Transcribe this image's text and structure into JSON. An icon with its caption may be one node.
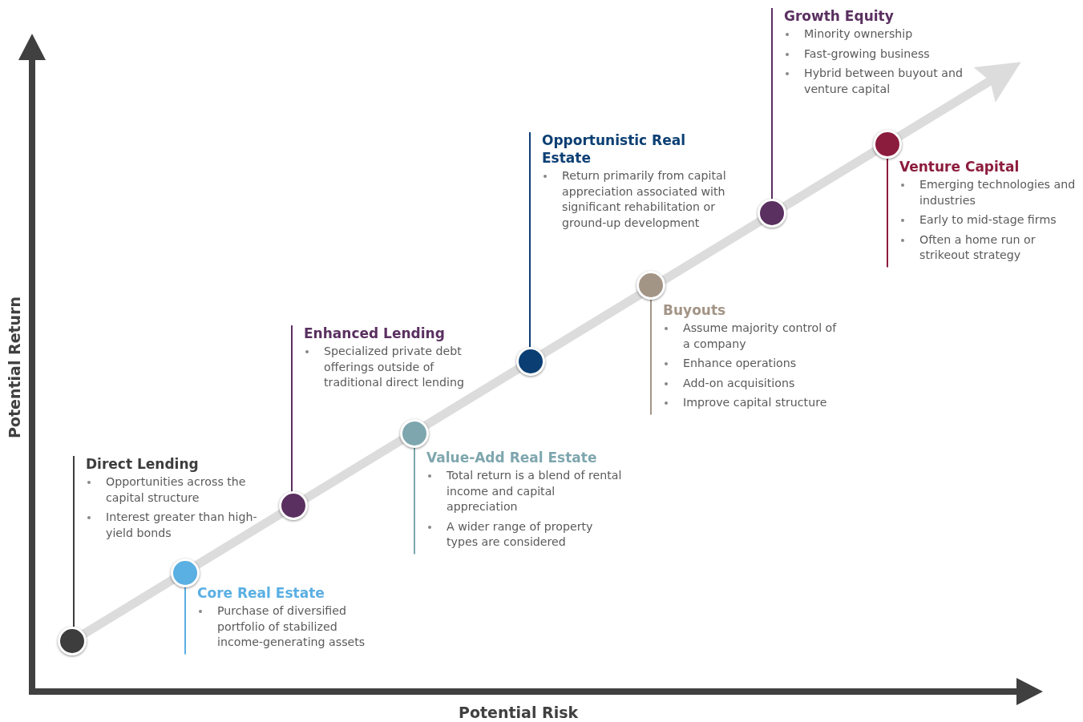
{
  "diagram": {
    "nodes": [
      {
        "text": [
          "Direct Lending",
          "Opportunities across the capital structure",
          "Interest greater than high-yield bonds"
        ]
      },
      {
        "text": [
          "Core Real Estate",
          "Purchase of diversified portfolio of stabilized income-generating assets"
        ]
      },
      {
        "text": [
          "Enhanced Lending",
          "Specialized private debt offerings outside of traditional direct lending"
        ]
      },
      {
        "text": [
          "Value-Add Real Estate",
          "Total return is a blend of rental income and capital appreciation",
          "A wider range of property types are considered"
        ]
      },
      {
        "text": [
          "Opportunistic Real Estate",
          "Return primarily from capital appreciation associated with significant rehabilitation or ground-up development"
        ]
      },
      {
        "text": [
          "Buyouts",
          "Assume majority control of a company",
          "Enhance operations",
          "Add-on acquisitions",
          "Improve capital structure"
        ]
      },
      {
        "text": [
          "Growth Equity",
          "Minority ownership",
          "Fast-growing business",
          "Hybrid between buyout and venture capital"
        ]
      },
      {
        "text": [
          "Venture Capital",
          "Emerging technologies and industries",
          "Early to mid-stage firms",
          "Often a home run or strikeout strategy"
        ]
      },
      {
        "text": [],
        "shape": "circle"
      },
      {
        "text": [],
        "shape": "circle"
      },
      {
        "text": [],
        "shape": "circle"
      },
      {
        "text": [],
        "shape": "circle"
      },
      {
        "text": [],
        "shape": "circle"
      },
      {
        "text": [],
        "shape": "circle"
      },
      {
        "text": [],
        "shape": "circle"
      },
      {
        "text": [],
        "shape": "circle"
      }
    ],
    "edges": [
      {
        "from": 0,
        "to": 8,
        "arrow": "none",
        "color": "#3d3d3d"
      },
      {
        "from": 1,
        "to": 9,
        "arrow": "none",
        "color": "#5aafe3"
      },
      {
        "from": 2,
        "to": 10,
        "arrow": "none",
        "color": "#5a3060"
      },
      {
        "from": 3,
        "to": 11,
        "arrow": "none",
        "color": "#7ea6ae"
      },
      {
        "from": 4,
        "to": 12,
        "arrow": "none",
        "color": "#0b3f73"
      },
      {
        "from": 5,
        "to": 13,
        "arrow": "none",
        "color": "#a39586"
      },
      {
        "from": 6,
        "to": 14,
        "arrow": "none",
        "color": "#5a3060"
      },
      {
        "from": 7,
        "to": 15,
        "arrow": "none",
        "color": "#8c1c3e"
      }
    ],
    "labels": [
      "Potential Return",
      "Potential Risk"
    ]
  }
}
